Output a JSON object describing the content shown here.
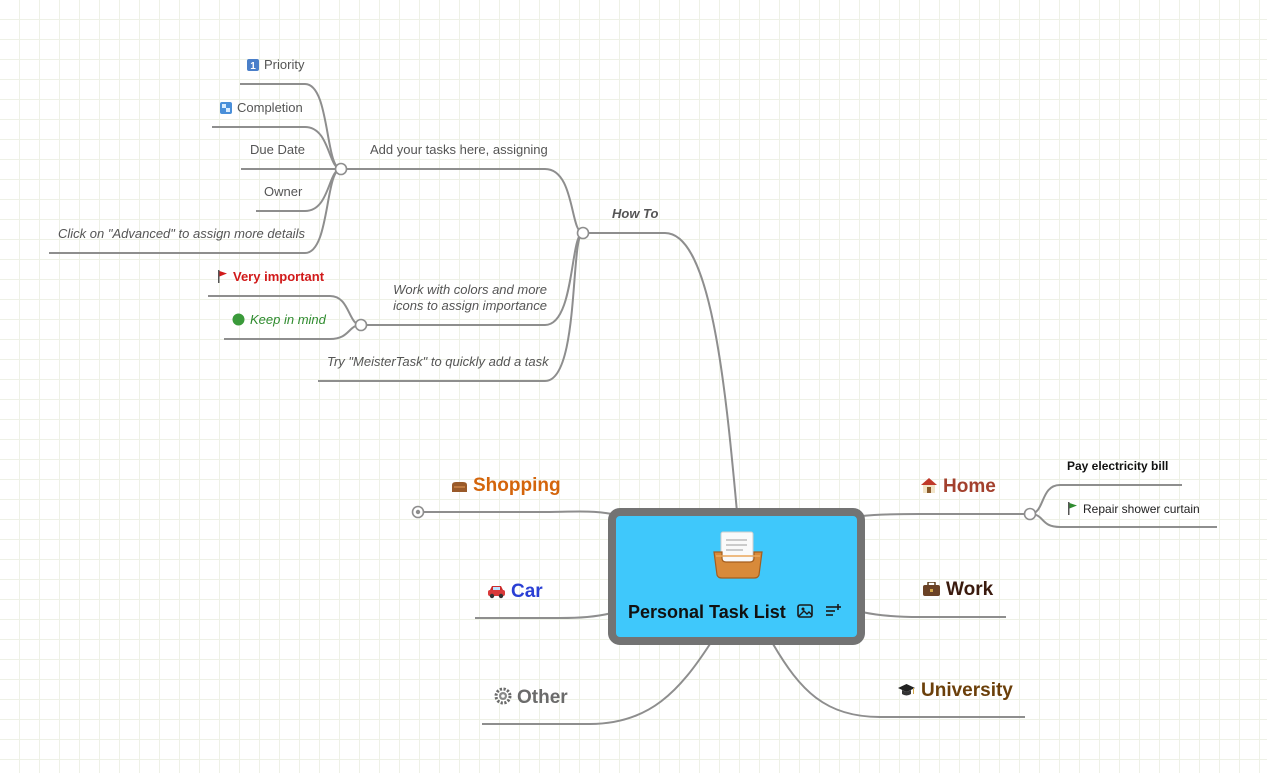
{
  "root": {
    "title": "Personal Task List",
    "icon": "inbox-tray-icon",
    "fill_color": "#3fc8fb",
    "border_color": "#737373"
  },
  "how_to": {
    "label": "How To",
    "assign": {
      "label": "Add your tasks here, assigning",
      "items": {
        "priority": "Priority",
        "completion": "Completion",
        "due_date": "Due Date",
        "owner": "Owner",
        "advanced": "Click on \"Advanced\" to assign more details"
      }
    },
    "colors": {
      "label_line1": "Work with colors and more",
      "label_line2": "icons to assign importance",
      "very_important": "Very important",
      "keep_in_mind": "Keep in mind"
    },
    "meistertask": "Try \"MeisterTask\" to quickly add a task"
  },
  "branches": {
    "shopping": {
      "label": "Shopping",
      "color": "#d4650c",
      "icon": "shopping-bag-icon"
    },
    "car": {
      "label": "Car",
      "color": "#2a3fd4",
      "icon": "car-icon"
    },
    "other": {
      "label": "Other",
      "color": "#6b6b6b",
      "icon": "gear-icon"
    },
    "home": {
      "label": "Home",
      "color": "#a3402e",
      "icon": "house-icon",
      "tasks": [
        "Pay electricity bill",
        "Repair shower curtain"
      ]
    },
    "work": {
      "label": "Work",
      "color": "#3a1a0e",
      "icon": "briefcase-icon"
    },
    "university": {
      "label": "University",
      "color": "#6b3f0a",
      "icon": "graduation-cap-icon"
    }
  },
  "colors": {
    "very_important": "#d11a1a",
    "keep_in_mind": "#2e8b2e",
    "connector": "#8a8a8a"
  }
}
